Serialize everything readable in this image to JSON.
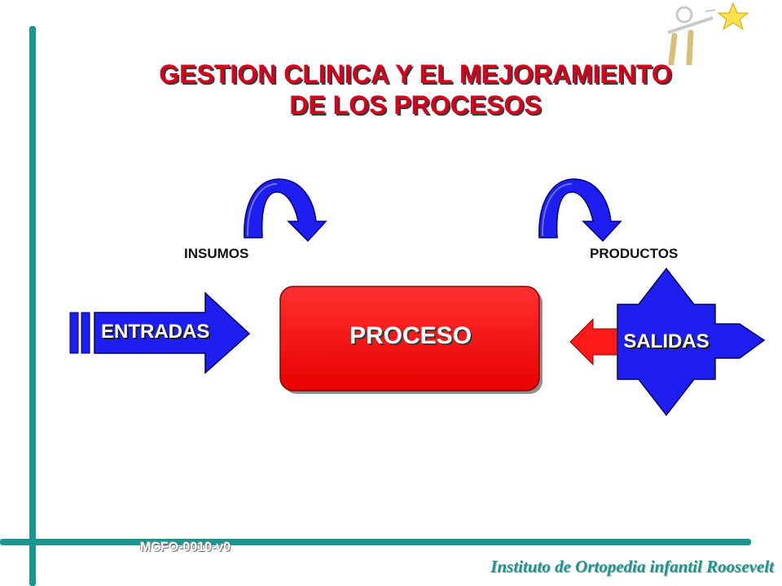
{
  "slide": {
    "title_line1": "GESTION CLINICA Y EL MEJORAMIENTO",
    "title_line2": "DE LOS PROCESOS",
    "label_insumos": "INSUMOS",
    "label_productos": "PRODUCTOS",
    "box_proceso": "PROCESO",
    "arrow_entradas": "ENTRADAS",
    "arrow_salidas": "SALIDAS",
    "code": "MCFO-0010-v0",
    "institution": "Instituto de Ortopedia infantil Roosevelt"
  },
  "colors": {
    "accent": "#1a9590",
    "title": "#d8001a",
    "process": "#ff1a1a",
    "arrows": "#1e1ef0"
  },
  "icons": {
    "logo": "figure-with-star-logo",
    "curved_arrows": "curved-down-arrow-icon"
  }
}
